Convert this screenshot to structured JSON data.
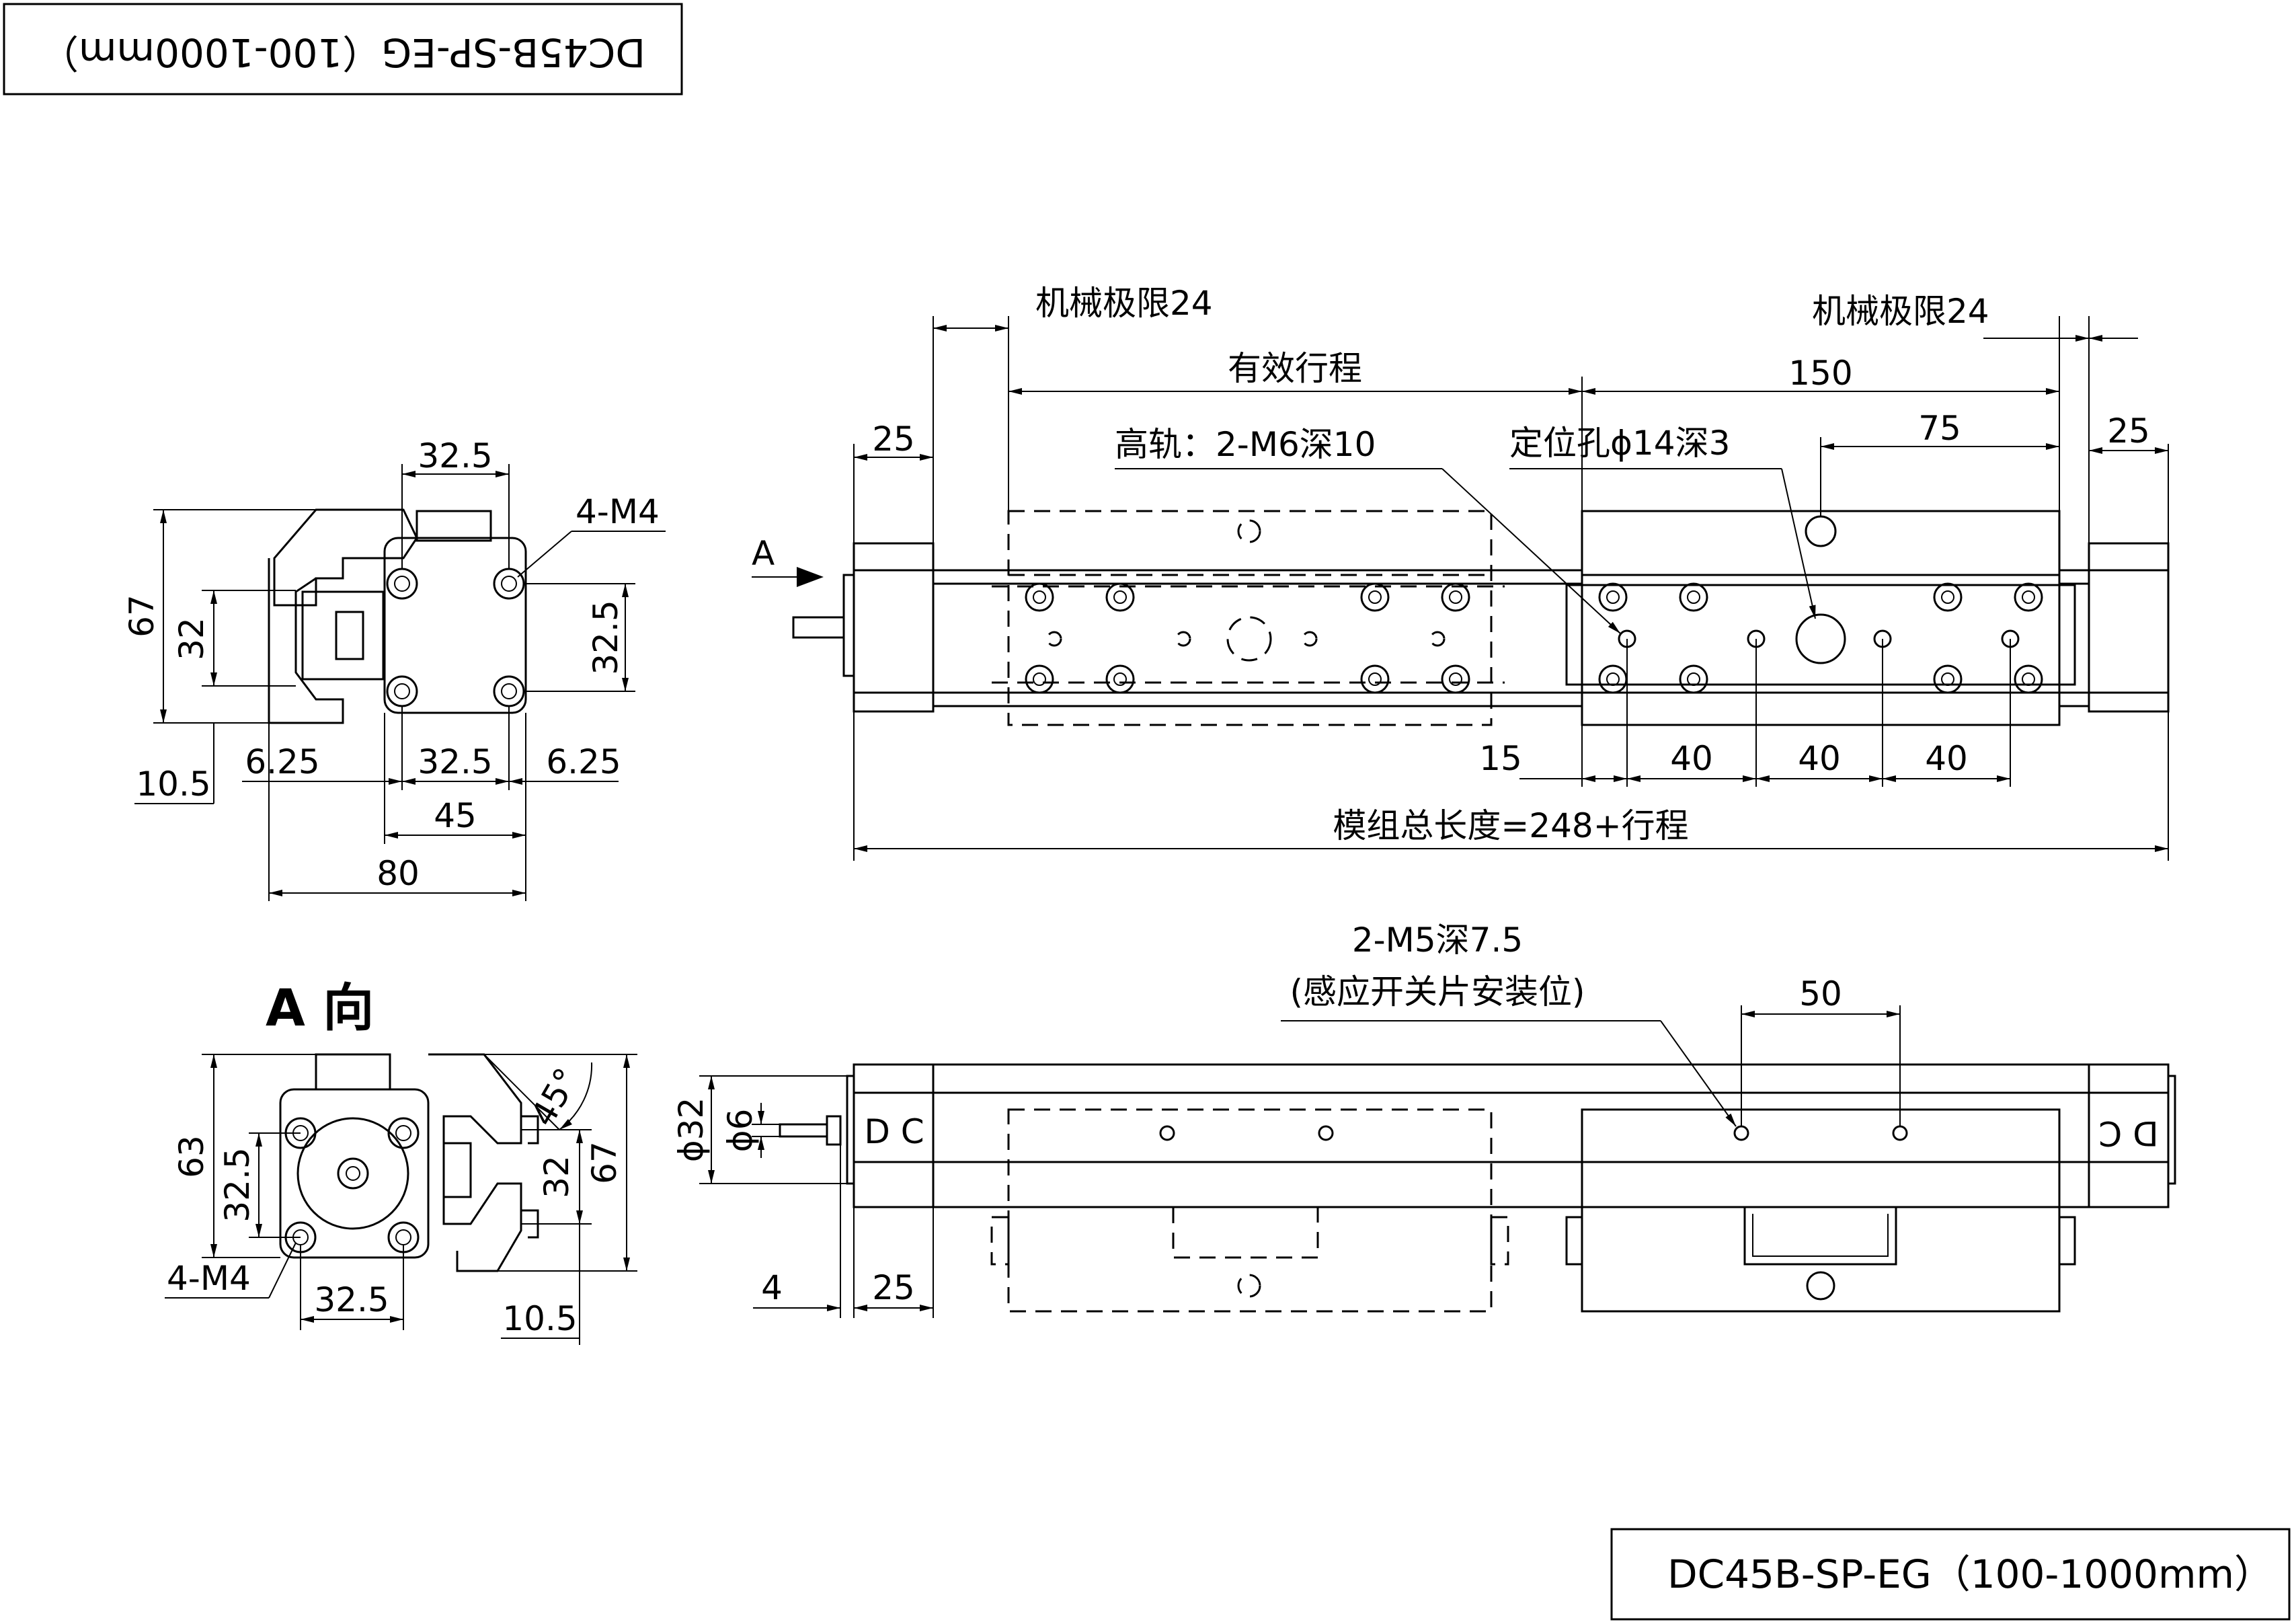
{
  "title_block": {
    "model_text": "DC45B-SP-EG（100-1000mm）"
  },
  "top_view": {
    "mech_limit_left": "机械极限24",
    "mech_limit_right": "机械极限24",
    "effective_stroke": "有效行程",
    "dim_150": "150",
    "dim_25_left": "25",
    "dim_25_right": "25",
    "dim_75": "75",
    "rail_note": "高轨：2-M6深10",
    "locating_hole": "定位孔ϕ14深3",
    "view_arrow": "A",
    "dim_15": "15",
    "dim_40_a": "40",
    "dim_40_b": "40",
    "dim_40_c": "40",
    "total_length": "模组总长度=248+行程"
  },
  "end_view": {
    "dim_32_5_top": "32.5",
    "note_4m4": "4-M4",
    "dim_67": "67",
    "dim_32": "32",
    "dim_32_5_right": "32.5",
    "dim_10_5": "10.5",
    "dim_6_25_left": "6.25",
    "dim_32_5_bottom": "32.5",
    "dim_6_25_right": "6.25",
    "dim_45": "45",
    "dim_80": "80"
  },
  "a_view": {
    "label": "A 向",
    "dim_63": "63",
    "dim_32_5_v": "32.5",
    "dim_32": "32",
    "dim_67": "67",
    "dim_45deg": "45°",
    "note_4m4": "4-M4",
    "dim_32_5_h": "32.5",
    "dim_10_5": "10.5"
  },
  "side_view": {
    "sensor_note_line1": "2-M5深7.5",
    "sensor_note_line2": "(感应开关片安装位)",
    "dim_50": "50",
    "dia_32": "ϕ32",
    "dia_6": "ϕ6",
    "dim_4": "4",
    "dim_25": "25",
    "dc_left": "D C",
    "dc_right": "D C"
  }
}
